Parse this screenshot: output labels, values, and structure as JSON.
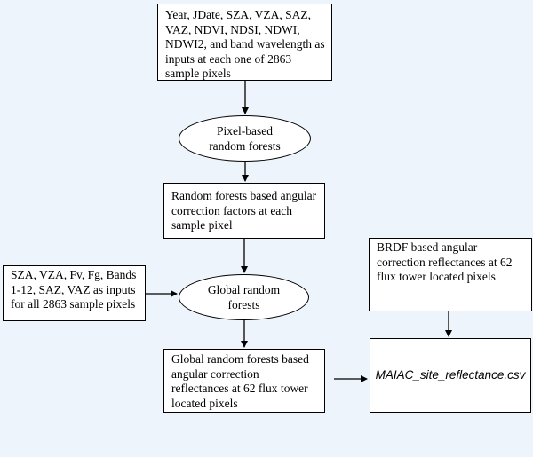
{
  "nodes": {
    "inputs_box": "Year, JDate, SZA, VZA, SAZ,\nVAZ, NDVI, NDSI, NDWI,\nNDWI2, and band wavelength as\ninputs at each one of 2863\nsample pixels",
    "pixel_rf": "Pixel-based\nrandom forests",
    "correction_factors": "Random forests based angular\ncorrection factors at each\nsample pixel",
    "global_rf": "Global random\nforests",
    "global_inputs": "SZA, VZA, Fv, Fg, Bands\n1-12, SAZ, VAZ as inputs\nfor all 2863 sample pixels",
    "global_output": "Global random forests based\nangular correction\nreflectances at 62 flux tower\nlocated pixels",
    "brdf_box": "BRDF based angular\ncorrection reflectances at 62\nflux tower located pixels",
    "maiac_file": "MAIAC_site_reflectance.csv"
  }
}
